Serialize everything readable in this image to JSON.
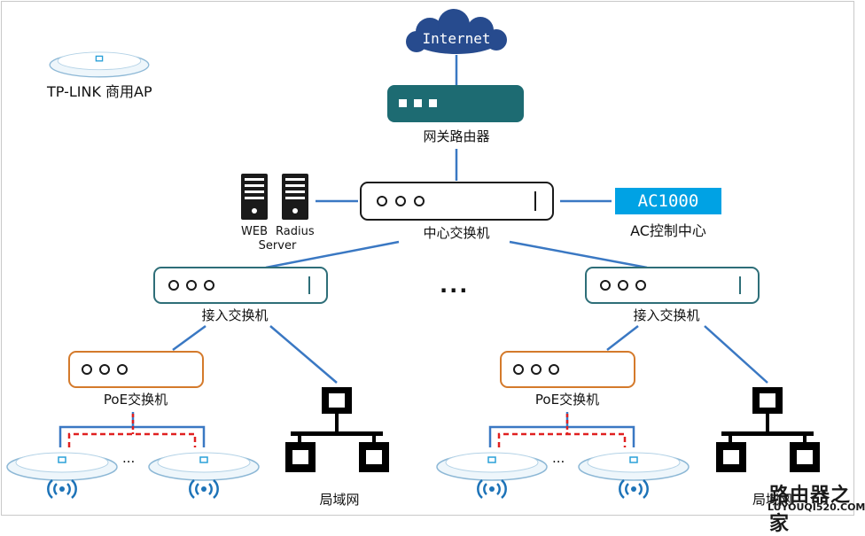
{
  "internet_label": "Internet",
  "router_label": "网关路由器",
  "core_switch_label": "中心交换机",
  "ac_box_label": "AC1000",
  "ac_caption": "AC控制中心",
  "web_server_label": "WEB",
  "radius_label": "Radius",
  "server_label": "Server",
  "access_switch_label": "接入交换机",
  "poe_switch_label": "PoE交换机",
  "lan_label": "局域网",
  "legend_label": "TP-LINK 商用AP",
  "ellipsis": "...",
  "ap_ellipsis": "...",
  "watermark_line1": "路由器之家",
  "watermark_line2": "LUYOUQI520.COM",
  "colors": {
    "link_line": "#3a78c3",
    "cloud": "#274b8e",
    "router": "#1d6b72",
    "switch_border": "#2e6e78",
    "poe_border": "#d47a2b",
    "ac_box": "#00a2e4",
    "poe_link_red": "#e02020"
  }
}
